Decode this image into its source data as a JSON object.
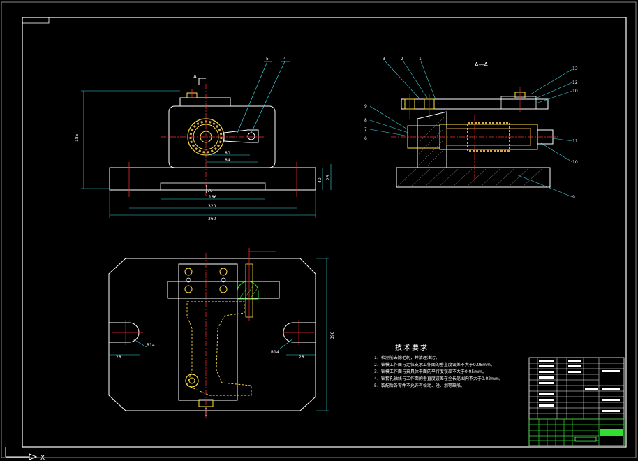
{
  "drawing": {
    "section_title": "A—A",
    "section_marker": "A",
    "tech_requirements": {
      "title": "技术要求",
      "items": [
        "1、检测前去除毛刺，并清理油污。",
        "2、钻模工作面与定位支承工作面的垂直度误差不大于0.05mm。",
        "3、钻模工作面与夹具体平面的平行度误差不大于0.05mm。",
        "4、钻套孔轴线与工作面的垂直度误差在全长范围内不大于0.02mm。",
        "5、装配后各零件不允许有松动、碰、划等缺陷。"
      ]
    },
    "dims": {
      "front_height": "185",
      "front_w1": "186",
      "front_w2": "320",
      "front_w3": "360",
      "front_h2": "40",
      "front_h3": "25",
      "front_d1": "80",
      "front_d2": "84",
      "plan_height": "390",
      "plan_r_left": "R14",
      "plan_r_right": "R14",
      "plan_w_left": "28",
      "plan_w_right": "28"
    },
    "balloons_top": [
      "5",
      "4"
    ],
    "balloons_section": [
      "3",
      "2",
      "1",
      "13",
      "12",
      "10",
      "9",
      "8",
      "7",
      "6",
      "11",
      "10",
      "9"
    ],
    "cmd_prompt": "X"
  },
  "colors": {
    "line": "#ffffff",
    "center": "#ff3030",
    "cyan": "#3ad6e0",
    "hatch": "#d9a84a",
    "green": "#33dd33",
    "yellow": "#ffe040",
    "background": "#000000"
  }
}
